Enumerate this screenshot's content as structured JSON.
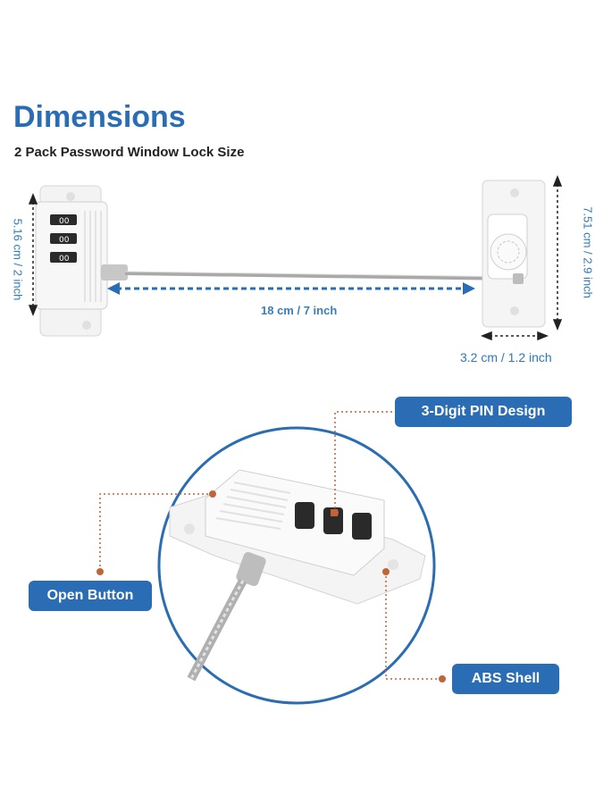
{
  "header": {
    "title": "Dimensions",
    "subtitle": "2 Pack Password Window Lock Size"
  },
  "dimensions": {
    "height_lock": "5.16 cm / 2 inch",
    "height_mount": "7.51 cm / 2.9 inch",
    "cable_length": "18 cm / 7 inch",
    "mount_width": "3.2 cm / 1.2 inch"
  },
  "callouts": {
    "pin_design": "3-Digit PIN Design",
    "open_button": "Open Button",
    "abs_shell": "ABS Shell"
  },
  "colors": {
    "accent": "#2a6db4",
    "dotted_line": "#c0643a"
  }
}
